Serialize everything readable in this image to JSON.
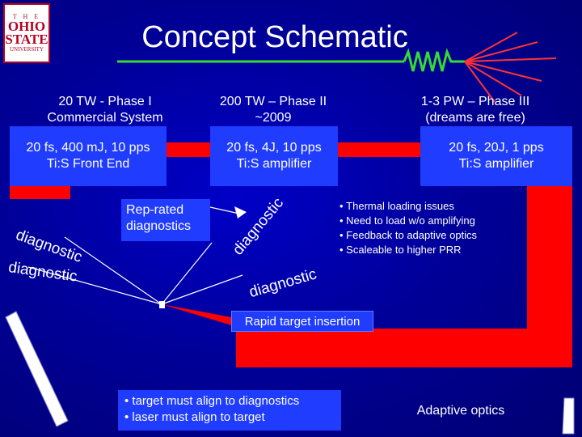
{
  "logo": {
    "line1": "T H E",
    "line2a": "OHIO",
    "line2b": "STATE",
    "line3": "UNIVERSITY"
  },
  "title": "Concept Schematic",
  "phases": [
    {
      "heading": "20 TW - Phase I\nCommercial System",
      "box": "20 fs, 400 mJ, 10 pps\nTi:S Front End"
    },
    {
      "heading": "200 TW – Phase II\n~2009",
      "box": "20 fs, 4J, 10 pps\nTi:S amplifier"
    },
    {
      "heading": "1-3 PW – Phase III\n(dreams are free)",
      "box": "20 fs, 20J, 1 pps\nTi:S amplifier"
    }
  ],
  "diagnostics": {
    "left_upper": "diagnostic",
    "left_lower": "diagnostic",
    "center_upper": "diagnostic",
    "center_lower": "diagnostic",
    "rep_rated": "Rep-rated\ndiagnostics"
  },
  "notes": [
    "Thermal loading issues",
    "Need to load w/o amplifying",
    "Feedback to adaptive optics",
    "Scaleable to higher PRR"
  ],
  "rapid_target": "Rapid target insertion",
  "target_notes": [
    "target must align to diagnostics",
    "laser must align to target"
  ],
  "adaptive_optics": "Adaptive optics",
  "colors": {
    "background": "#0000a0",
    "box": "#1f3cff",
    "beam": "#ff0000",
    "title_underline": "#33dd33",
    "logo_red": "#b8001f"
  }
}
